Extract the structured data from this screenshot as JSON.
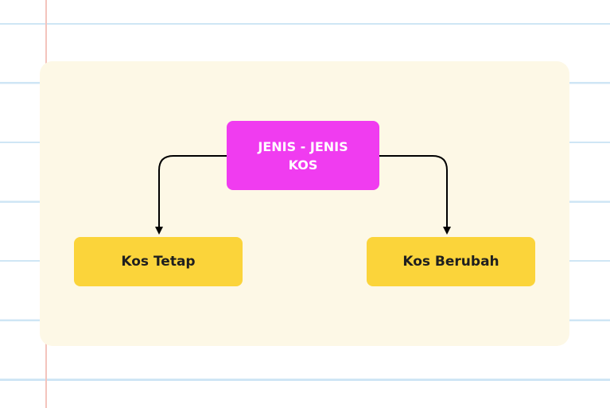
{
  "diagram": {
    "root": {
      "label": "JENIS - JENIS KOS"
    },
    "children": [
      {
        "label": "Kos Tetap"
      },
      {
        "label": "Kos Berubah"
      }
    ]
  },
  "colors": {
    "background_lines": "#cfe6f5",
    "margin_line": "#f4c4bd",
    "panel": "#fdf8e6",
    "root_node": "#f03cf0",
    "child_node": "#fbd43a",
    "connector": "#000000"
  }
}
